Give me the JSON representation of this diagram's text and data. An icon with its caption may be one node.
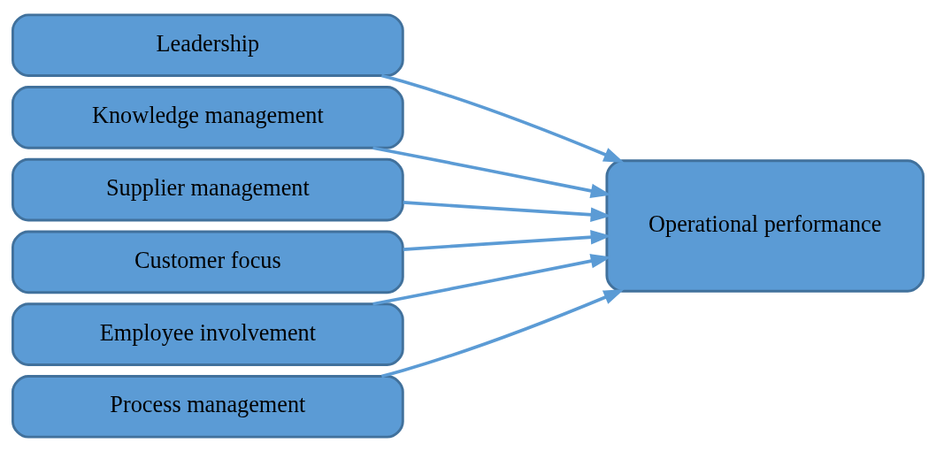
{
  "diagram": {
    "nodes": [
      {
        "text": [
          "Leadership"
        ]
      },
      {
        "text": [
          "Knowledge management"
        ]
      },
      {
        "text": [
          "Supplier management"
        ]
      },
      {
        "text": [
          "Customer focus"
        ]
      },
      {
        "text": [
          "Employee involvement"
        ]
      },
      {
        "text": [
          "Process management"
        ]
      },
      {
        "text": [
          "Operational performance"
        ]
      }
    ],
    "edges": [
      {
        "from": 0,
        "to": 6,
        "arrow": "to"
      },
      {
        "from": 1,
        "to": 6,
        "arrow": "to"
      },
      {
        "from": 2,
        "to": 6,
        "arrow": "to"
      },
      {
        "from": 3,
        "to": 6,
        "arrow": "to"
      },
      {
        "from": 4,
        "to": 6,
        "arrow": "to"
      },
      {
        "from": 5,
        "to": 6,
        "arrow": "to"
      }
    ]
  }
}
